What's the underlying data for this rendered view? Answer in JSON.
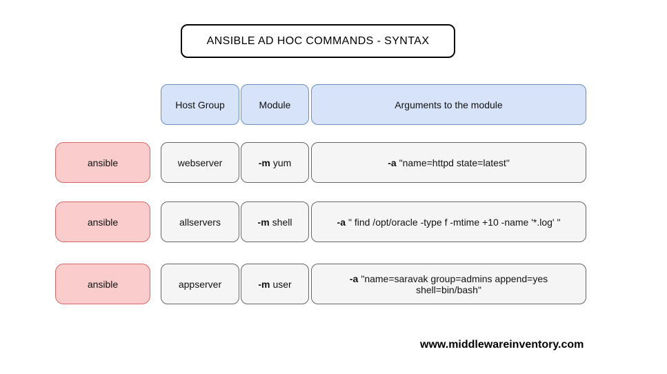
{
  "title": "ANSIBLE AD HOC COMMANDS - SYNTAX",
  "header": {
    "host_group": "Host Group",
    "module": "Module",
    "arguments": "Arguments to the module"
  },
  "rows": [
    {
      "command": "ansible",
      "host_group": "webserver",
      "module_flag": "-m",
      "module": "yum",
      "args_flag": "-a",
      "args": "\"name=httpd state=latest\""
    },
    {
      "command": "ansible",
      "host_group": "allservers",
      "module_flag": "-m",
      "module": "shell",
      "args_flag": "-a",
      "args": "\" find /opt/oracle -type f -mtime +10 -name '*.log' \""
    },
    {
      "command": "ansible",
      "host_group": "appserver",
      "module_flag": "-m",
      "module": "user",
      "args_flag": "-a",
      "args": "\"name=saravak group=admins append=yes\nshell=bin/bash\""
    }
  ],
  "footer": {
    "website": "www.middlewareinventory.com"
  },
  "colors": {
    "pink_fill": "#FACCCC",
    "pink_border": "#D96666",
    "blue_fill": "#D7E3F8",
    "blue_border": "#6C8EBF",
    "gray_fill": "#F5F5F5",
    "gray_border": "#666666",
    "title_border": "#000000"
  }
}
